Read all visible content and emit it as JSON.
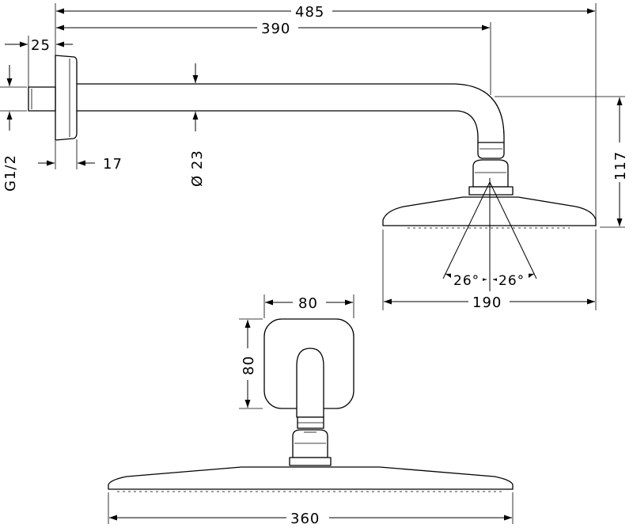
{
  "dimensions": {
    "overall_length": "485",
    "arm_length": "390",
    "flange_offset": "25",
    "thread": "G1/2",
    "flange_depth": "17",
    "arm_diameter": "Ø 23",
    "height": "117",
    "angle_left": "26°",
    "angle_right": "26°",
    "head_diameter_side": "190",
    "rosette_width": "80",
    "rosette_height": "80",
    "head_width_top": "360"
  },
  "colors": {
    "line": "#000000",
    "background": "#ffffff"
  }
}
